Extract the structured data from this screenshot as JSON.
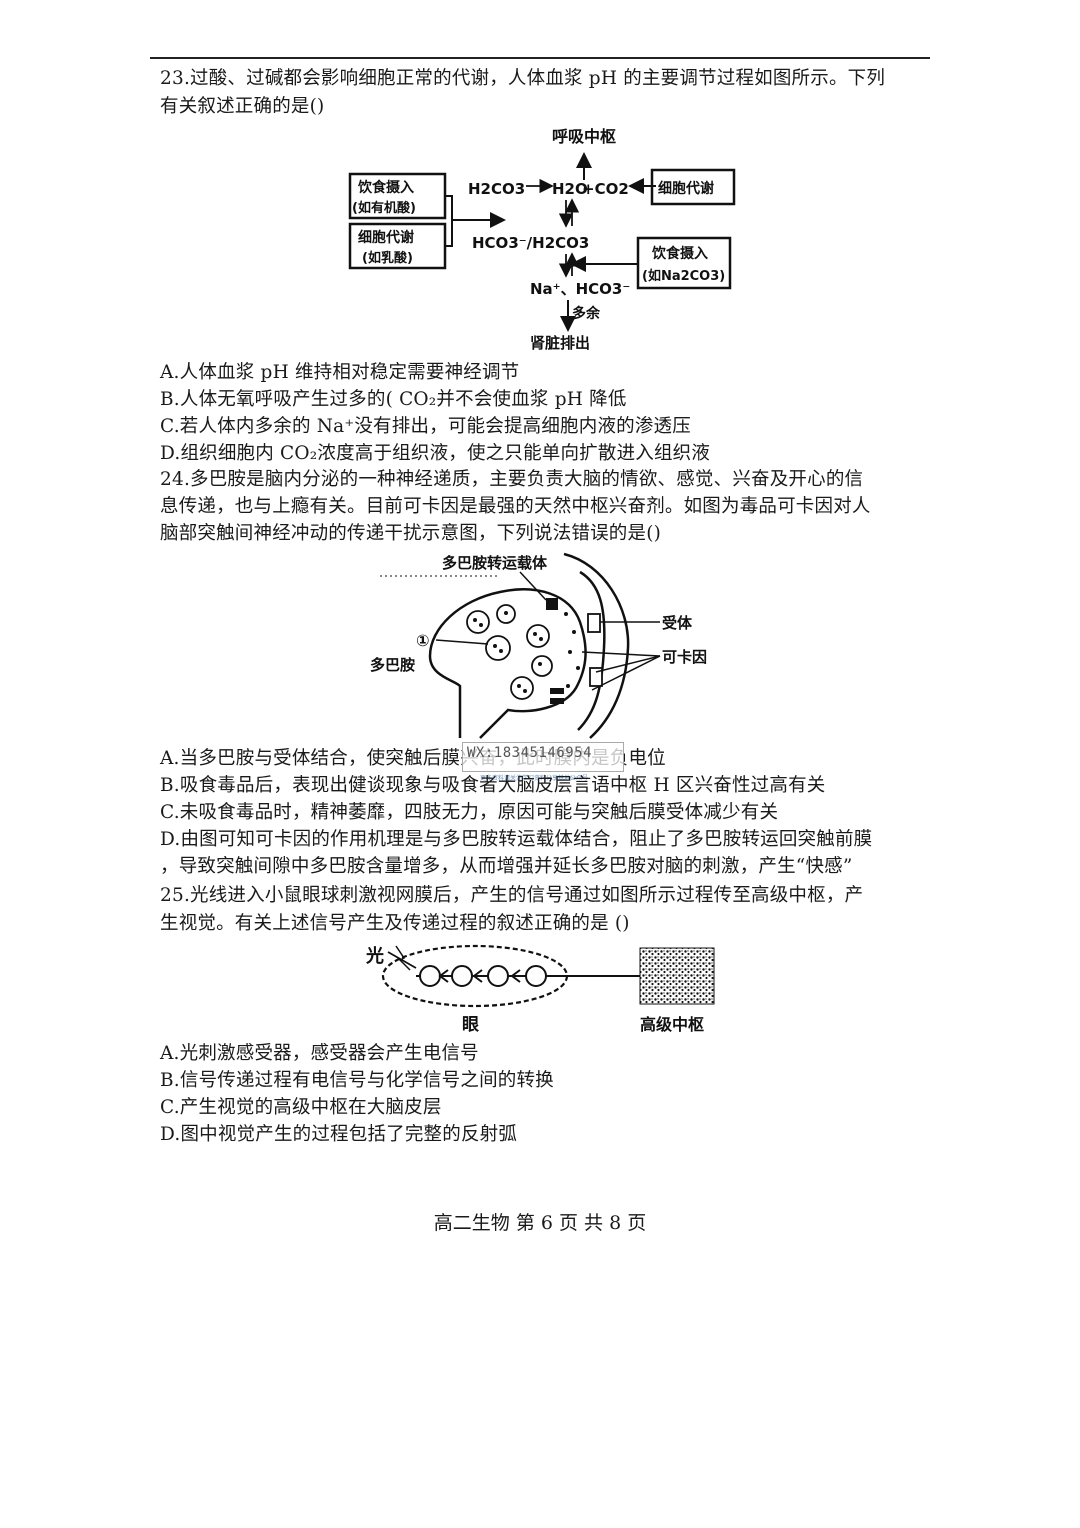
{
  "q23": {
    "stem_line1": "23.过酸、过碱都会影响细胞正常的代谢，人体血浆 pH 的主要调节过程如图所示。下列",
    "stem_line2": "有关叙述正确的是()",
    "diagram": {
      "top_node": "呼吸中枢",
      "equation_left": "H2CO3",
      "equation_mid": "H2O",
      "equation_right": "+CO2",
      "cell_metabolism_right": "细胞代谢",
      "box1_line1": "饮食摄入",
      "box1_line2": "(如有机酸)",
      "box2_line1": "细胞代谢",
      "box2_line2": "(如乳酸)",
      "buffer": "HCO3⁻/H2CO3",
      "box3_line1": "饮食摄入",
      "box3_line2": "(如Na2CO3)",
      "ions": "Na⁺、HCO3⁻",
      "excess": "多余",
      "kidney": "肾脏排出"
    },
    "options": [
      "A.人体血浆 pH 维持相对稳定需要神经调节",
      "B.人体无氧呼吸产生过多的( CO₂并不会使血浆 pH 降低",
      "C.若人体内多余的 Na⁺没有排出，可能会提高细胞内液的渗透压",
      "D.组织细胞内 CO₂浓度高于组织液，使之只能单向扩散进入组织液"
    ]
  },
  "q24": {
    "stem_line1": "24.多巴胺是脑内分泌的一种神经递质，主要负责大脑的情欲、感觉、兴奋及开心的信",
    "stem_line2": "息传递，也与上瘾有关。目前可卡因是最强的天然中枢兴奋剂。如图为毒品可卡因对人",
    "stem_line3": "脑部突触间神经冲动的传递干扰示意图，下列说法错误的是()",
    "diagram": {
      "transporter": "多巴胺转运载体",
      "receptor": "受体",
      "cocaine": "可卡因",
      "marker": "①",
      "dopamine": "多巴胺"
    },
    "options": [
      "A.当多巴胺与受体结合，使突触后膜兴奋，此时膜内是负电位",
      "B.吸食毒品后，表现出健谈现象与吸食者大脑皮层言语中枢 H 区兴奋性过高有关",
      "C.未吸食毒品时，精神萎靡，四肢无力，原因可能与突触后膜受体减少有关",
      "D.由图可知可卡因的作用机理是与多巴胺转运载体结合，阻止了多巴胺转运回突触前膜",
      "，导致突触间隙中多巴胺含量增多，从而增强并延长多巴胺对脑的刺激，产生“快感”"
    ],
    "watermark": "WX:18345146954",
    "watermark_sub": "更多资料请关注学习资料分享基地公众号"
  },
  "q25": {
    "stem_line1": "25.光线进入小鼠眼球刺激视网膜后，产生的信号通过如图所示过程传至高级中枢，产",
    "stem_line2": "生视觉。有关上述信号产生及传递过程的叙述正确的是 ()",
    "diagram": {
      "light": "光",
      "eye": "眼",
      "center": "高级中枢"
    },
    "options": [
      "A.光刺激感受器，感受器会产生电信号",
      "B.信号传递过程有电信号与化学信号之间的转换",
      "C.产生视觉的高级中枢在大脑皮层",
      "D.图中视觉产生的过程包括了完整的反射弧"
    ]
  },
  "footer": "高二生物 第 6 页 共 8 页"
}
